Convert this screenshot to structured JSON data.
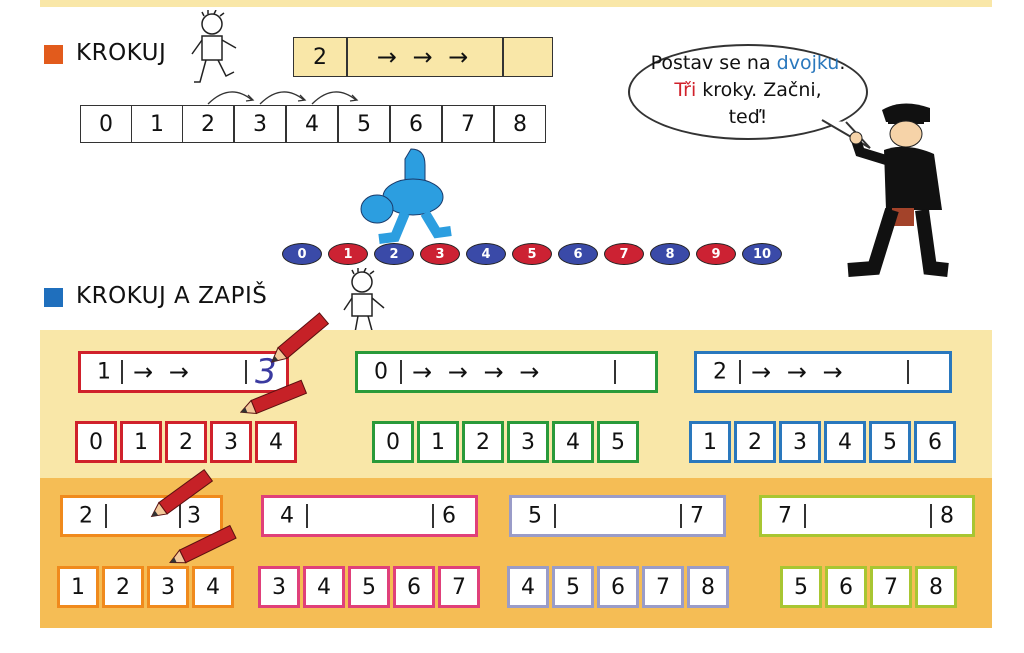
{
  "section1": {
    "title": "KROKUJ",
    "marker_color": "#e25b1c"
  },
  "section2": {
    "title": "KROKUJ A ZAPIŠ",
    "marker_color": "#1f6fbd"
  },
  "example_strip": {
    "start": "2",
    "arrows": "→ → →"
  },
  "number_line": [
    "0",
    "1",
    "2",
    "3",
    "4",
    "5",
    "6",
    "7",
    "8"
  ],
  "speech": {
    "p1": "Postav se na ",
    "p1_blue": "dvojku",
    "p1_end": ".",
    "p2_red": "Tři",
    "p2": " kroky. Začni,",
    "p3": "teď!"
  },
  "stepping_stones": [
    "0",
    "1",
    "2",
    "3",
    "4",
    "5",
    "6",
    "7",
    "8",
    "9",
    "10"
  ],
  "stone_colors": [
    "#3a4aa8",
    "#cc2233",
    "#3a4aa8",
    "#cc2233",
    "#3a4aa8",
    "#cc2233",
    "#3a4aa8",
    "#cc2233",
    "#3a4aa8",
    "#cc2233",
    "#3a4aa8"
  ],
  "exercises_row1": [
    {
      "start": "1",
      "arrows": "→ →",
      "answer": "3",
      "tiles": [
        "0",
        "1",
        "2",
        "3",
        "4"
      ],
      "color": "#d0212b"
    },
    {
      "start": "0",
      "arrows": "→ → → →",
      "answer": "",
      "tiles": [
        "0",
        "1",
        "2",
        "3",
        "4",
        "5"
      ],
      "color": "#2a9a3a"
    },
    {
      "start": "2",
      "arrows": "→ → →",
      "answer": "",
      "tiles": [
        "1",
        "2",
        "3",
        "4",
        "5",
        "6"
      ],
      "color": "#2a78bd"
    }
  ],
  "exercises_row2": [
    {
      "start": "2",
      "end": "3",
      "tiles": [
        "1",
        "2",
        "3",
        "4"
      ],
      "color": "#f08a1c"
    },
    {
      "start": "4",
      "end": "6",
      "tiles": [
        "3",
        "4",
        "5",
        "6",
        "7"
      ],
      "color": "#e0407a"
    },
    {
      "start": "5",
      "end": "7",
      "tiles": [
        "4",
        "5",
        "6",
        "7",
        "8"
      ],
      "color": "#9a9cc8"
    },
    {
      "start": "7",
      "end": "8",
      "tiles": [
        "5",
        "6",
        "7",
        "8"
      ],
      "color": "#a8c632"
    }
  ]
}
